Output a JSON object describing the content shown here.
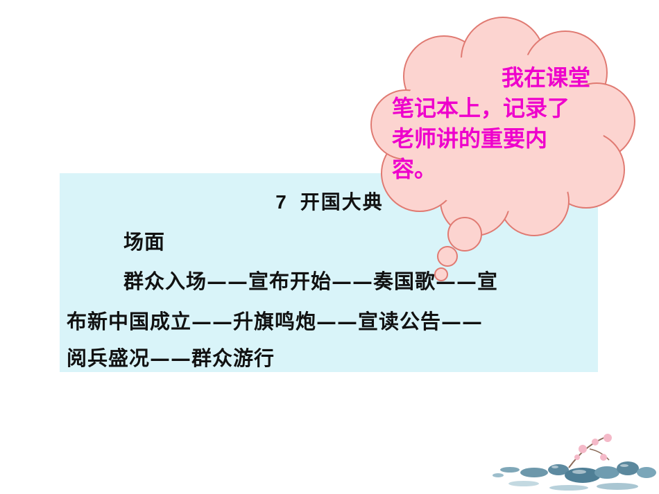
{
  "notes": {
    "title_number": "7",
    "title": "开国大典",
    "heading": "场面",
    "line1": "群众入场——宣布开始——奏国歌——宣",
    "line2": "布新中国成立——升旗鸣炮——宣读公告——",
    "line3": "阅兵盛况——群众游行"
  },
  "thought_bubble": {
    "lines": [
      "我在课堂",
      "笔记本上，记录了",
      "老师讲的重要内",
      "容。"
    ]
  },
  "colors": {
    "notes_background": "#d9f4f9",
    "bubble_fill": "#fcd4d0",
    "bubble_stroke": "#e07a72",
    "bubble_text": "#ee00cc"
  },
  "decoration": "stones-and-blossom"
}
